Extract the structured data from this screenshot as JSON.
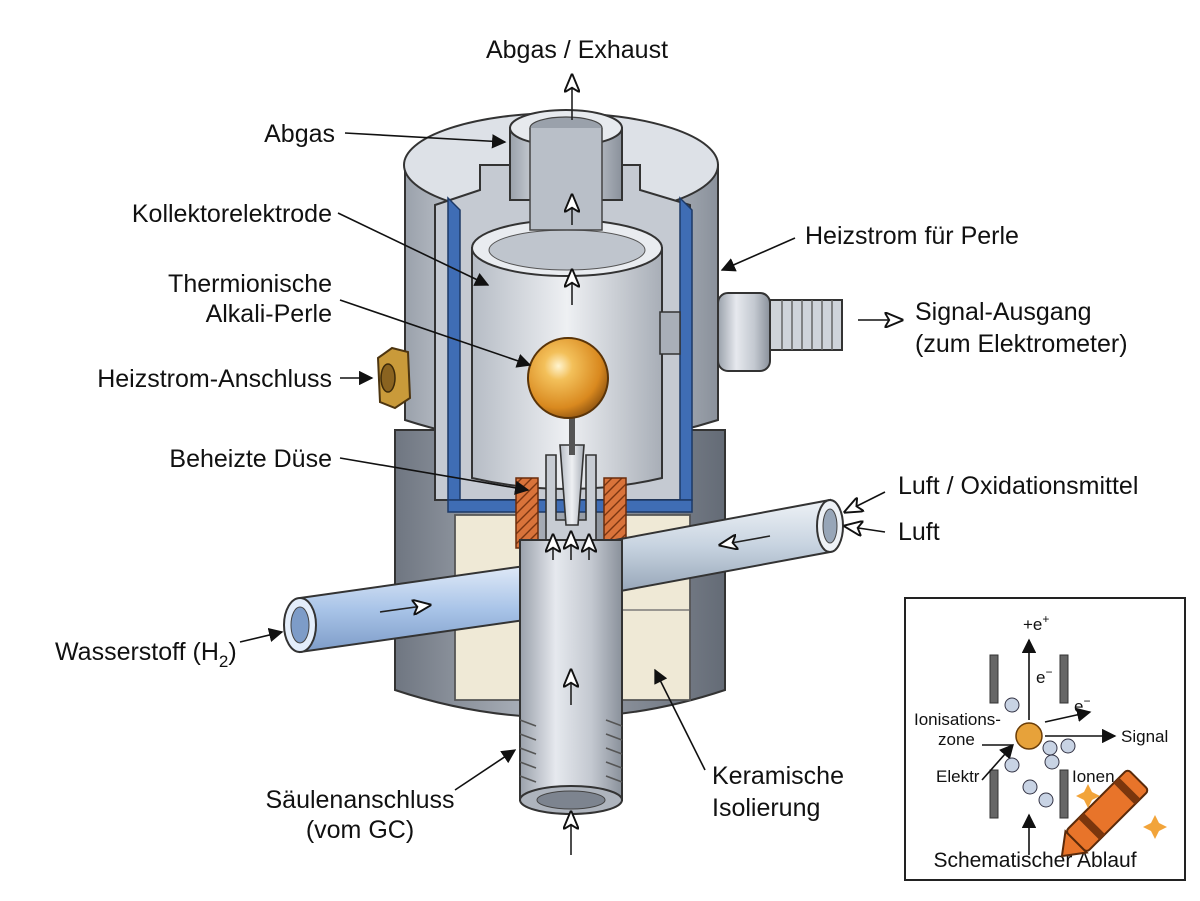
{
  "labels": {
    "exhaust_top": "Abgas / Exhaust",
    "abgas": "Abgas",
    "collector": "Kollektorelektrode",
    "bead_line1": "Thermionische",
    "bead_line2": "Alkali-Perle",
    "heater_conn": "Heizstrom-Anschluss",
    "nozzle": "Beheizte Düse",
    "hydrogen": "Wasserstoff (H",
    "hydrogen_sub": "2",
    "hydrogen_end": ")",
    "column_line1": "Säulenanschluss",
    "column_line2": "(vom GC)",
    "heater_bead": "Heizstrom für Perle",
    "signal_line1": "Signal-Ausgang",
    "signal_line2": "(zum Elektrometer)",
    "air_oxid": "Luft / Oxidationsmittel",
    "air": "Luft",
    "ceramic_line1": "Keramische",
    "ceramic_line2": "Isolierung"
  },
  "inset": {
    "title": "Schematischer Ablauf",
    "top_label": "+e",
    "top_sup": "+",
    "e_minus_1": "e",
    "e_minus_2": "e",
    "minus_sup": "−",
    "zone_line1": "Ionisations-",
    "zone_line2": "zone",
    "signal": "Signal",
    "elektr": "Elektr",
    "ionen": "Ionen"
  },
  "colors": {
    "metal": "#c9ced6",
    "metal_dark": "#8d949e",
    "collector_blue": "#3f6db5",
    "bead": "#e7a23a",
    "heater_copper": "#d9733a",
    "ceramic": "#efe9d6",
    "hydrogen_tube": "#a9c4e8",
    "crayon": "#e8742a"
  }
}
